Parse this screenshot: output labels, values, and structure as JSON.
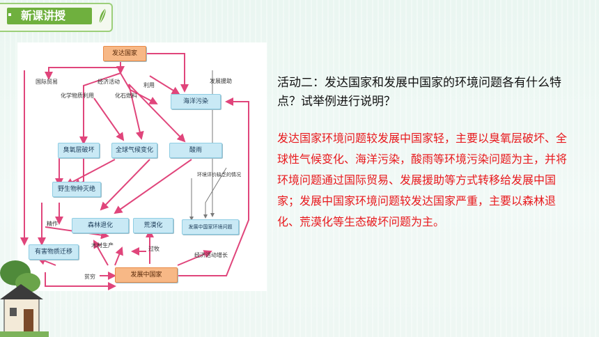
{
  "header": {
    "tag_label": "新课讲授"
  },
  "diagram": {
    "nodes": {
      "developed": "发达国家",
      "ozone": "臭氧层破坏",
      "climate": "全球气候变化",
      "acid": "酸雨",
      "ocean": "海洋污染",
      "wildlife": "野生物种灭绝",
      "forest": "森林退化",
      "desert": "荒漠化",
      "dev_env": "发展中国家环境问题",
      "hazard": "有害物质迁移",
      "developing": "发展中国家"
    },
    "labels": {
      "trade": "国际贸易",
      "econ": "经济活动",
      "use": "利用",
      "chem": "化学物质利用",
      "fossil": "化石燃料",
      "aid": "发展援助",
      "eval": "环境评价缺乏的情况",
      "refine": "精作",
      "timber": "木材生产",
      "graze": "过牧",
      "growth": "经济活动增长",
      "poverty": "贫穷"
    }
  },
  "activity": {
    "question": "活动二：发达国家和发展中国家的环境问题各有什么特点？试举例进行说明？",
    "answer": "发达国家环境问题较发展中国家轻，主要以臭氧层破坏、全球性气候变化、海洋污染，酸雨等环境污染问题为主，并将环境问题通过国际贸易、发展援助等方式转移给发展中国家；发展中国家环境问题较发达国家严重，主要以森林退化、荒漠化等生态破坏问题为主。"
  },
  "colors": {
    "accent_green": "#6fb03e",
    "arrow": "#e0457b",
    "answer_red": "#e8191d"
  }
}
